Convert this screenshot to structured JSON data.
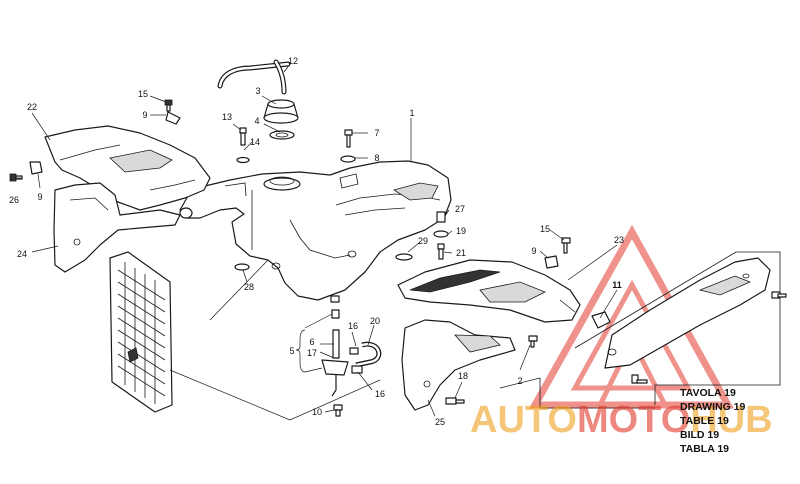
{
  "callouts": [
    {
      "id": "c1",
      "text": "1"
    },
    {
      "id": "c2",
      "text": "2"
    },
    {
      "id": "c3",
      "text": "3"
    },
    {
      "id": "c4",
      "text": "4"
    },
    {
      "id": "c5",
      "text": "5"
    },
    {
      "id": "c6",
      "text": "6"
    },
    {
      "id": "c7",
      "text": "7"
    },
    {
      "id": "c8",
      "text": "8"
    },
    {
      "id": "c9a",
      "text": "9"
    },
    {
      "id": "c9b",
      "text": "9"
    },
    {
      "id": "c9c",
      "text": "9"
    },
    {
      "id": "c10",
      "text": "10"
    },
    {
      "id": "c11",
      "text": "11"
    },
    {
      "id": "c12",
      "text": "12"
    },
    {
      "id": "c13",
      "text": "13"
    },
    {
      "id": "c14",
      "text": "14"
    },
    {
      "id": "c15a",
      "text": "15"
    },
    {
      "id": "c15b",
      "text": "15"
    },
    {
      "id": "c16a",
      "text": "16"
    },
    {
      "id": "c16b",
      "text": "16"
    },
    {
      "id": "c17",
      "text": "17"
    },
    {
      "id": "c18",
      "text": "18"
    },
    {
      "id": "c19",
      "text": "19"
    },
    {
      "id": "c20",
      "text": "20"
    },
    {
      "id": "c21",
      "text": "21"
    },
    {
      "id": "c22",
      "text": "22"
    },
    {
      "id": "c23",
      "text": "23"
    },
    {
      "id": "c24",
      "text": "24"
    },
    {
      "id": "c25",
      "text": "25"
    },
    {
      "id": "c26",
      "text": "26"
    },
    {
      "id": "c27",
      "text": "27"
    },
    {
      "id": "c28",
      "text": "28"
    },
    {
      "id": "c29",
      "text": "29"
    }
  ],
  "title_block": [
    "TAVOLA 19",
    "DRAWING 19",
    "TABLE 19",
    "BILD 19",
    "TABLA 19"
  ],
  "watermark": {
    "part1": "AUTO",
    "part2": "MOTO",
    "part3": "HUB",
    "color_a": "#f0a020",
    "color_b": "#e23a2e"
  }
}
